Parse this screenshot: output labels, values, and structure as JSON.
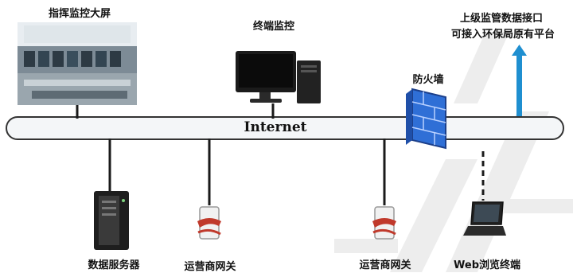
{
  "labels": {
    "command_screen": "指挥监控大屏",
    "terminal_monitor": "终端监控",
    "upper_platform_line1": "上级监管数据接口",
    "upper_platform_line2": "可接入环保局原有平台",
    "firewall": "防火墙",
    "internet": "Internet",
    "data_server": "数据服务器",
    "gateway_1": "运营商网关",
    "gateway_2": "运营商网关",
    "web_terminal": "Web浏览终端"
  },
  "colors": {
    "bus_fill": "#f4f6f8",
    "bus_stroke": "#333333",
    "link": "#1a1a1a",
    "arrow": "#1f8fd0",
    "firewall": "#2f6fd6",
    "watermark": "#e6e6e6"
  },
  "icons": [
    "monitor-wall-icon",
    "desktop-computer-icon",
    "firewall-icon",
    "server-tower-icon",
    "gateway-icon",
    "laptop-icon"
  ]
}
